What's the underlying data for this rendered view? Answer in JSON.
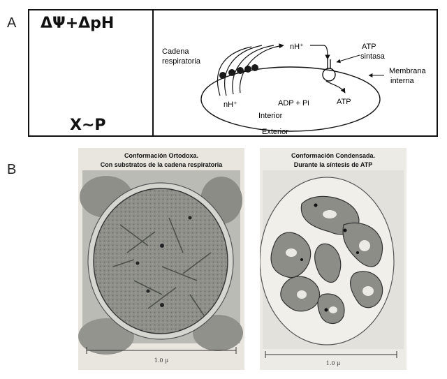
{
  "panel_a": {
    "letter": "A",
    "left_box": {
      "top_formula": "ΔΨ+ΔpH",
      "bottom_formula": "X~P"
    },
    "diagram": {
      "label_proton_top": "nH⁺",
      "label_proton_bottom": "nH⁺",
      "label_chain": [
        "Cadena",
        "respiratoria"
      ],
      "label_atp_synthase": [
        "ATP",
        "sintasa"
      ],
      "label_membrane": [
        "Membrana",
        "interna"
      ],
      "label_adp": "ADP + Pi",
      "label_atp": "ATP",
      "label_interior": "Interior",
      "label_exterior": "Exterior"
    }
  },
  "panel_b": {
    "letter": "B",
    "left_micrograph": {
      "caption_line1": "Conformación Ortodoxa.",
      "caption_line2": "Con substratos de la cadena respiratoria",
      "scale_label": "1.0 μ"
    },
    "right_micrograph": {
      "caption_line1": "Conformación Condensada.",
      "caption_line2": "Durante la síntesis de ATP",
      "scale_label": "1.0 μ"
    }
  }
}
